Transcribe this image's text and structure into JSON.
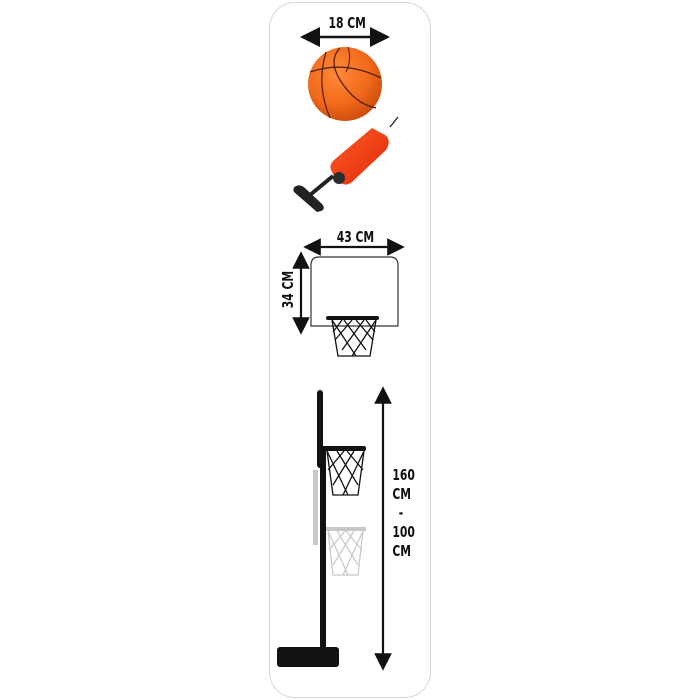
{
  "items": {
    "ball": {
      "name": "basketball",
      "dimension_label": "18 CM"
    },
    "pump": {
      "name": "air-pump"
    },
    "backboard": {
      "name": "backboard-with-hoop",
      "width_label": "43 CM",
      "height_label": "34 CM"
    },
    "stand": {
      "name": "adjustable-stand",
      "height_label_lines": [
        "160",
        "CM",
        "-",
        "100",
        "CM"
      ]
    }
  },
  "colors": {
    "ball_orange": "#f26a1b",
    "pump_red": "#f03a10",
    "ink": "#111111",
    "ghost": "#c8c8c8",
    "card_border": "#d6d6d6"
  }
}
